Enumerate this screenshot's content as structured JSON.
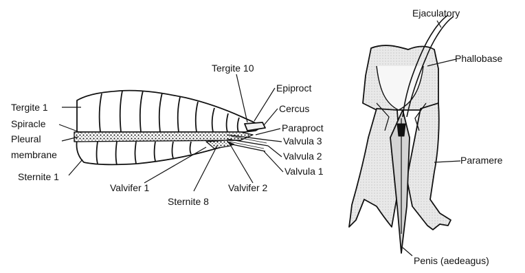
{
  "left_diagram": {
    "labels": {
      "tergite1": "Tergite 1",
      "spiracle": "Spiracle",
      "pleural1": "Pleural",
      "pleural2": "membrane",
      "sternite1": "Sternite 1",
      "valvifer1": "Valvifer 1",
      "sternite8": "Sternite 8",
      "valvifer2": "Valvifer 2",
      "tergite10": "Tergite 10",
      "epiproct": "Epiproct",
      "cercus": "Cercus",
      "paraproct": "Paraproct",
      "valvula3": "Valvula 3",
      "valvula2": "Valvula 2",
      "valvula1": "Valvula 1"
    }
  },
  "right_diagram": {
    "labels": {
      "ejaculatory": "Ejaculatory",
      "phallobase": "Phallobase",
      "paramere": "Paramere",
      "penis": "Penis (aedeagus)"
    }
  },
  "colors": {
    "ink": "#111111",
    "hatch": "#9a9a9a",
    "fill_light": "#e6e6e6"
  }
}
